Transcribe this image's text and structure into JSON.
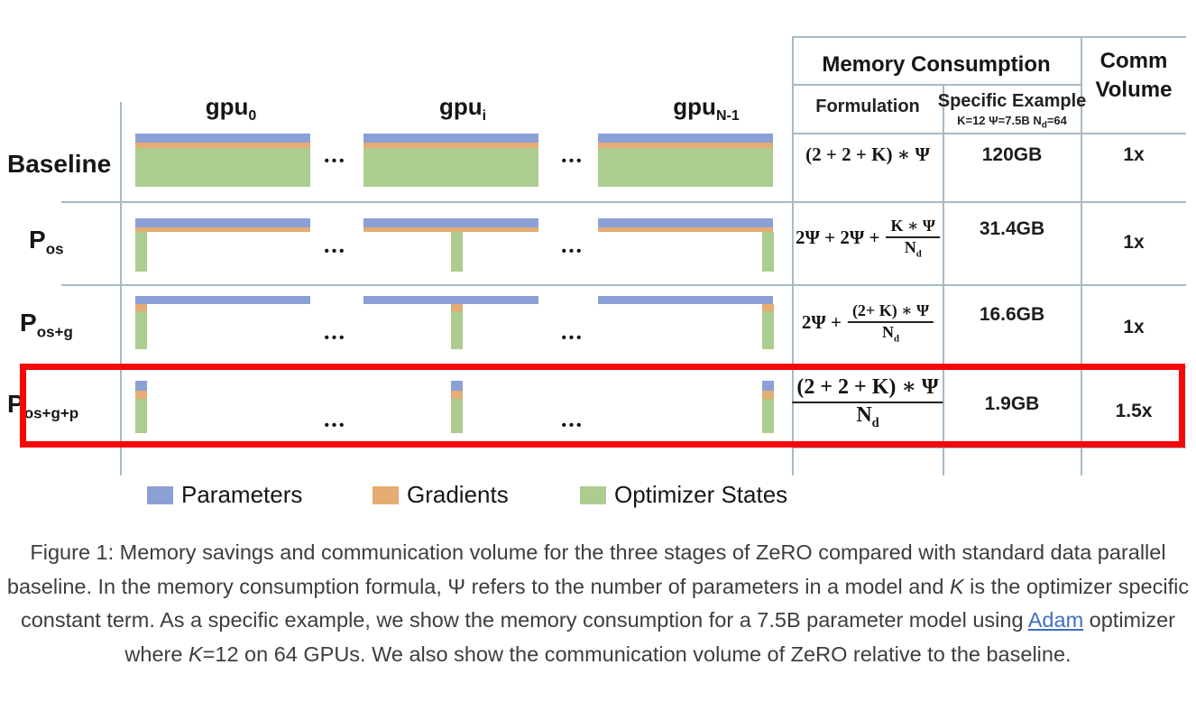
{
  "colors": {
    "parameters": "#8BA0D5",
    "gradients": "#E5AC73",
    "optimizer_states": "#ACCD8F",
    "grid": "#a6bac8",
    "highlight": "#f70707",
    "link": "#3e6fbe"
  },
  "figure": {
    "gpu_columns": [
      {
        "base": "gpu",
        "sub": "0"
      },
      {
        "base": "gpu",
        "sub": "i"
      },
      {
        "base": "gpu",
        "sub": "N-1"
      }
    ],
    "rows": [
      {
        "base": "Baseline",
        "sub": ""
      },
      {
        "base": "P",
        "sub": "os"
      },
      {
        "base": "P",
        "sub": "os+g"
      },
      {
        "base": "P",
        "sub": "os+g+p"
      }
    ],
    "ellipsis": "•••",
    "legend": [
      {
        "label": "Parameters"
      },
      {
        "label": "Gradients"
      },
      {
        "label": "Optimizer States"
      }
    ]
  },
  "table": {
    "header_memory": "Memory Consumption",
    "header_comm_line1": "Comm",
    "header_comm_line2": "Volume",
    "col_formulation": "Formulation",
    "col_example": "Specific Example",
    "example_cond_pre": "K=12 Ψ=7.5B N",
    "example_cond_sub": "d",
    "example_cond_post": "=64",
    "rows": [
      {
        "formula_prefix": "(2 + 2 + K) ∗ Ψ",
        "example": "120GB",
        "comm": "1x"
      },
      {
        "formula_prefix": "2Ψ + 2Ψ +",
        "frac_num": "K ∗ Ψ",
        "frac_den": "N",
        "frac_den_sub": "d",
        "example": "31.4GB",
        "comm": "1x"
      },
      {
        "formula_prefix": "2Ψ +",
        "frac_num": "(2+ K) ∗ Ψ",
        "frac_den": "N",
        "frac_den_sub": "d",
        "example": "16.6GB",
        "comm": "1x"
      },
      {
        "frac_num": "(2 + 2 + K) ∗ Ψ",
        "frac_den": "N",
        "frac_den_sub": "d",
        "example": "1.9GB",
        "comm": "1.5x"
      }
    ]
  },
  "caption": {
    "seg1": "Figure 1: Memory savings and communication volume for the three stages of ZeRO compared with standard data parallel baseline. In the memory consumption formula, Ψ refers to the number of parameters in a model and ",
    "seg2_italic": "K",
    "seg3": " is the optimizer specific constant term. As a specific example, we show the memory consumption for a 7.5B parameter model using ",
    "seg4_link": "Adam",
    "seg5": " optimizer where ",
    "seg6_italic": "K",
    "seg7": "=12 on 64 GPUs. We also show the communication volume of ZeRO relative to the baseline."
  }
}
